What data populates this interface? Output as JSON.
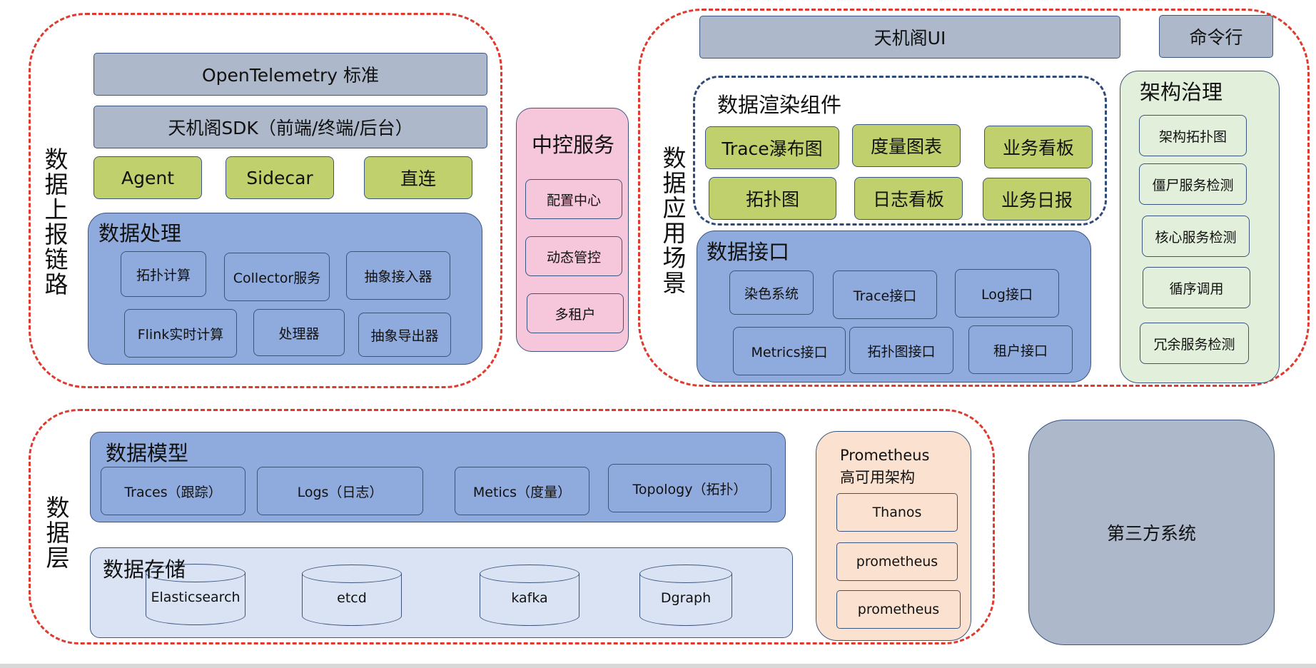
{
  "report": {
    "label": "数据上报链路",
    "standard": "OpenTelemetry 标准",
    "sdk": "天机阁SDK（前端/终端/后台）",
    "modes": [
      "Agent",
      "Sidecar",
      "直连"
    ],
    "processing": {
      "title": "数据处理",
      "items": [
        "拓扑计算",
        "Collector服务",
        "抽象接入器",
        "Flink实时计算",
        "处理器",
        "抽象导出器"
      ]
    }
  },
  "control": {
    "title": "中控服务",
    "items": [
      "配置中心",
      "动态管控",
      "多租户"
    ]
  },
  "app": {
    "label": "数据应用场景",
    "ui": "天机阁UI",
    "cli": "命令行",
    "render": {
      "title": "数据渲染组件",
      "items": [
        "Trace瀑布图",
        "度量图表",
        "业务看板",
        "拓扑图",
        "日志看板",
        "业务日报"
      ]
    },
    "api": {
      "title": "数据接口",
      "items": [
        "染色系统",
        "Trace接口",
        "Log接口",
        "Metrics接口",
        "拓扑图接口",
        "租户接口"
      ]
    },
    "governance": {
      "title": "架构治理",
      "items": [
        "架构拓扑图",
        "僵尸服务检测",
        "核心服务检测",
        "循序调用",
        "冗余服务检测"
      ]
    }
  },
  "data_layer": {
    "label": "数据层",
    "model": {
      "title": "数据模型",
      "items": [
        "Traces（跟踪）",
        "Logs（日志）",
        "Metics（度量）",
        "Topology（拓扑）"
      ]
    },
    "storage": {
      "title": "数据存储",
      "items": [
        "Elasticsearch",
        "etcd",
        "kafka",
        "Dgraph"
      ]
    },
    "prometheus": {
      "title_line1": "Prometheus",
      "title_line2": "高可用架构",
      "items": [
        "Thanos",
        "prometheus",
        "prometheus"
      ]
    }
  },
  "third_party": "第三方系统",
  "colors": {
    "dashed_border": "#e03a2e",
    "gray_box": "#adb9ca",
    "green_box": "#c0d06c",
    "blue_box": "#8faadc",
    "pink_box": "#f6c7da",
    "peach_box": "#fbe2d0",
    "mint_box": "#e2efda"
  }
}
